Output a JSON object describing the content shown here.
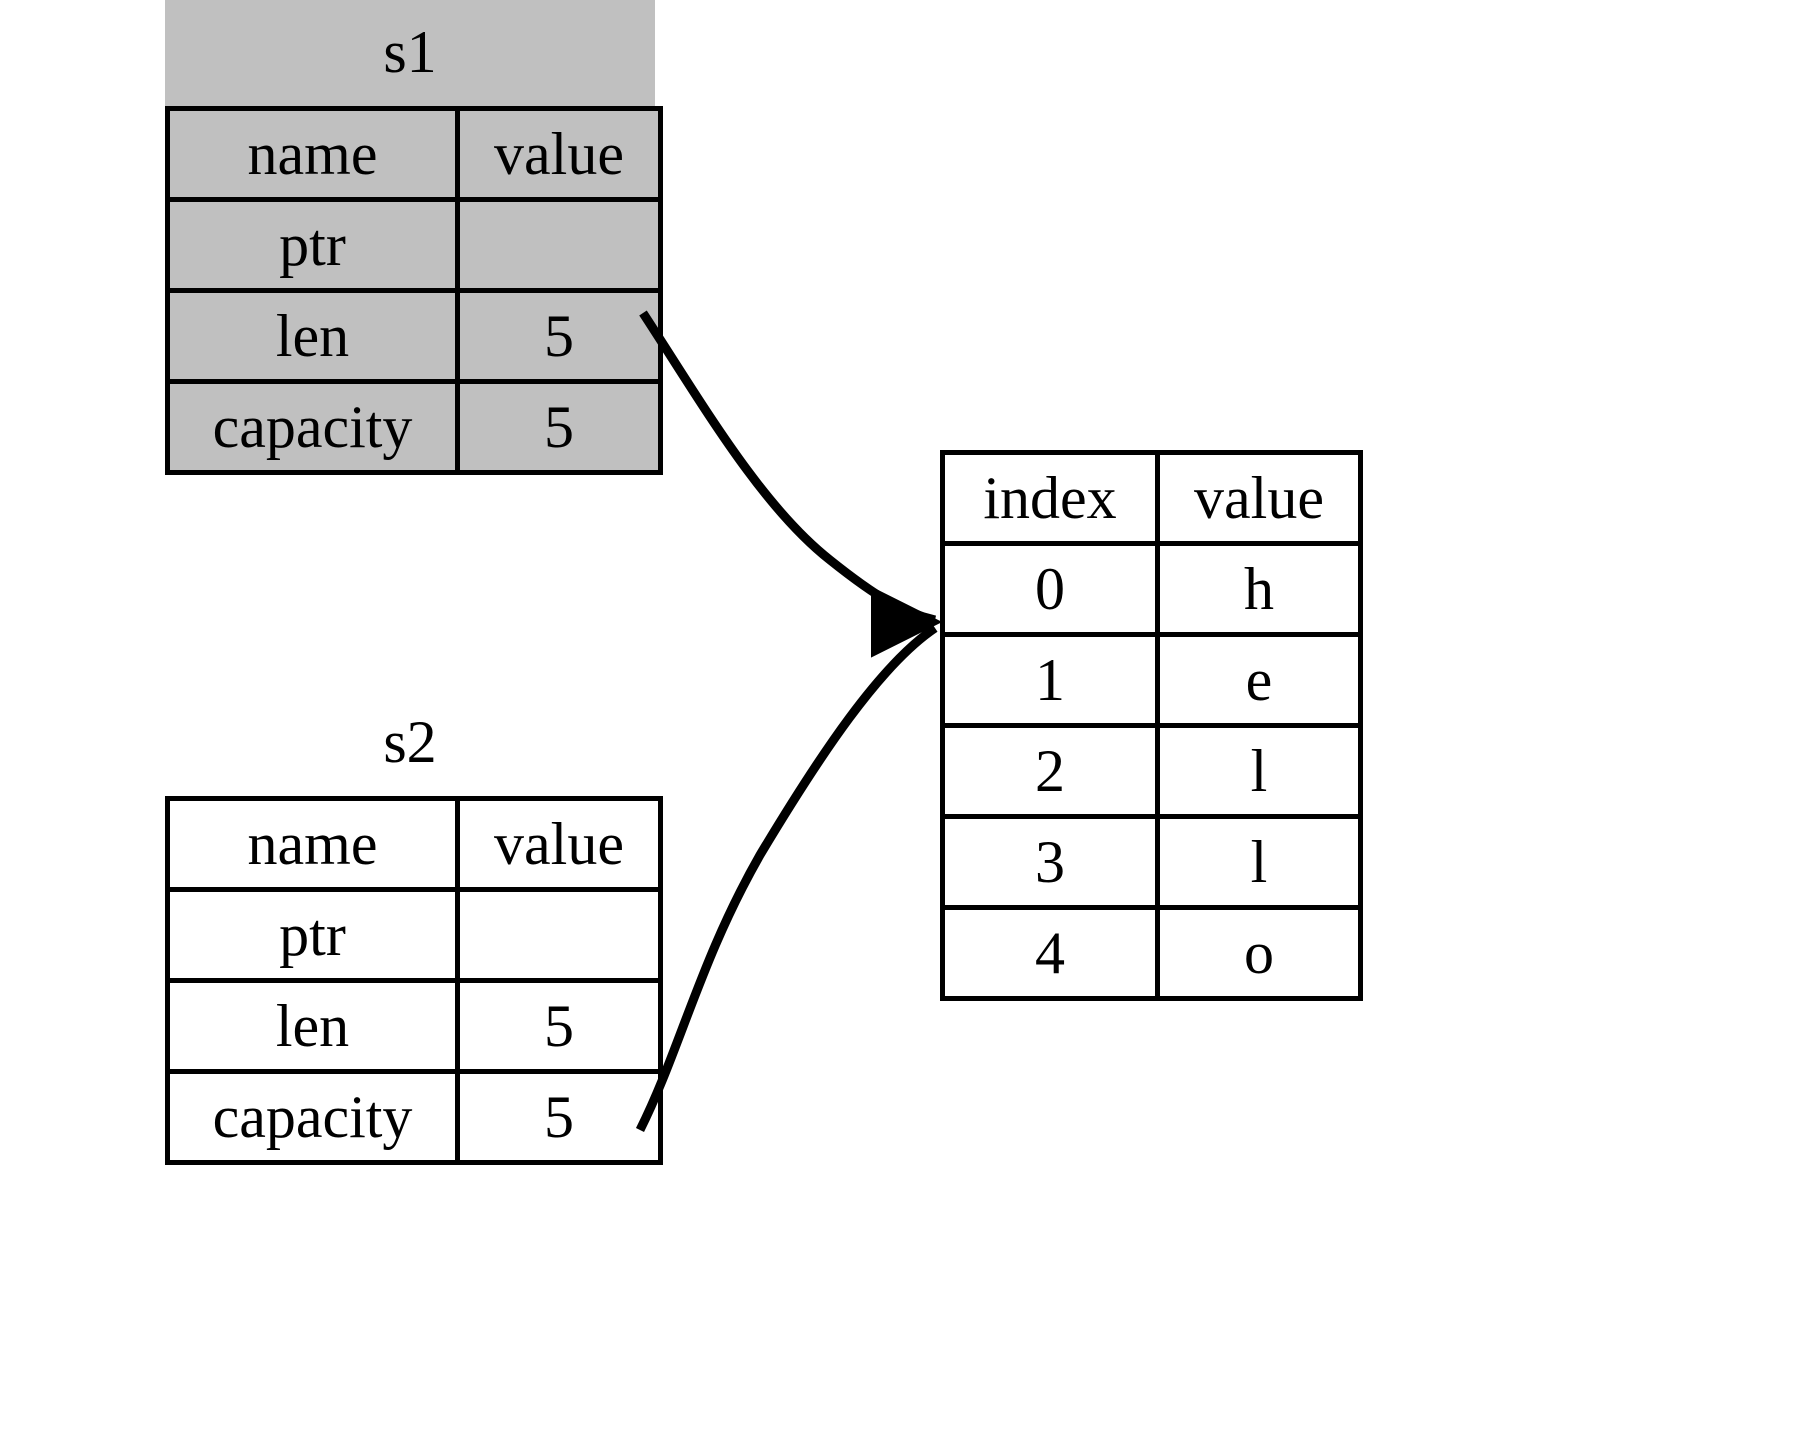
{
  "diagram": {
    "title_s1": "s1",
    "title_s2": "s2",
    "background_color": "#ffffff",
    "shaded_color": "#c0c0c0",
    "line_color": "#000000"
  },
  "s1": {
    "label": "s1",
    "shaded": true,
    "headers": [
      "name",
      "value"
    ],
    "rows": [
      {
        "name": "ptr",
        "value": ""
      },
      {
        "name": "len",
        "value": "5"
      },
      {
        "name": "capacity",
        "value": "5"
      }
    ]
  },
  "s2": {
    "label": "s2",
    "shaded": false,
    "headers": [
      "name",
      "value"
    ],
    "rows": [
      {
        "name": "ptr",
        "value": ""
      },
      {
        "name": "len",
        "value": "5"
      },
      {
        "name": "capacity",
        "value": "5"
      }
    ]
  },
  "heap": {
    "headers": [
      "index",
      "value"
    ],
    "rows": [
      {
        "index": "0",
        "value": "h"
      },
      {
        "index": "1",
        "value": "e"
      },
      {
        "index": "2",
        "value": "l"
      },
      {
        "index": "3",
        "value": "l"
      },
      {
        "index": "4",
        "value": "o"
      }
    ]
  },
  "edges": [
    {
      "from": "s1.ptr",
      "to": "heap.0",
      "arrowhead": "filled-triangle"
    },
    {
      "from": "s2.ptr",
      "to": "heap.0",
      "arrowhead": "filled-triangle"
    }
  ]
}
